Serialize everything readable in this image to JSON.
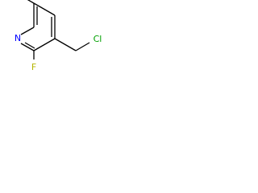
{
  "molecule": {
    "atoms": {
      "n": {
        "symbol": "N",
        "color": "#0000ff"
      },
      "f": {
        "symbol": "F",
        "color": "#b5b500"
      },
      "cl": {
        "symbol": "Cl",
        "color": "#00a000"
      }
    }
  }
}
